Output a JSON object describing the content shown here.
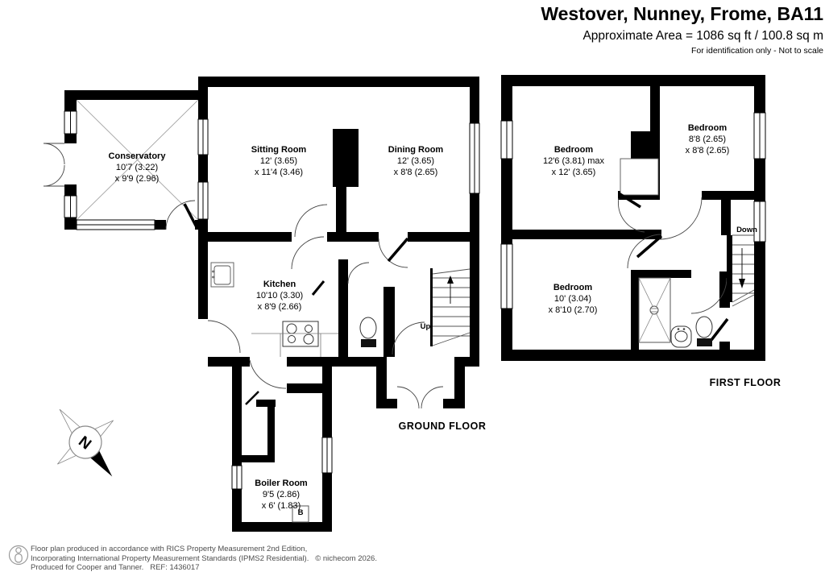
{
  "header": {
    "title": "Westover, Nunney, Frome, BA11",
    "area": "Approximate Area = 1086 sq ft / 100.8 sq m",
    "disclaimer": "For identification only - Not to scale"
  },
  "floors": {
    "ground": {
      "label": "GROUND FLOOR",
      "stairs_label": "Up",
      "boiler_marker": "B",
      "rooms": [
        {
          "name": "Conservatory",
          "dim1": "10'7 (3.22)",
          "dim2": "x 9'9 (2.96)"
        },
        {
          "name": "Sitting Room",
          "dim1": "12' (3.65)",
          "dim2": "x 11'4 (3.46)"
        },
        {
          "name": "Dining Room",
          "dim1": "12' (3.65)",
          "dim2": "x 8'8 (2.65)"
        },
        {
          "name": "Kitchen",
          "dim1": "10'10 (3.30)",
          "dim2": "x 8'9 (2.66)"
        },
        {
          "name": "Boiler Room",
          "dim1": "9'5 (2.86)",
          "dim2": "x 6' (1.83)"
        }
      ]
    },
    "first": {
      "label": "FIRST FLOOR",
      "stairs_label": "Down",
      "rooms": [
        {
          "name": "Bedroom",
          "dim1": "12'6 (3.81) max",
          "dim2": "x 12' (3.65)"
        },
        {
          "name": "Bedroom",
          "dim1": "8'8 (2.65)",
          "dim2": "x 8'8 (2.65)"
        },
        {
          "name": "Bedroom",
          "dim1": "10' (3.04)",
          "dim2": "x 8'10 (2.70)"
        }
      ]
    }
  },
  "compass": {
    "north_label": "N"
  },
  "footer": {
    "line1": "Floor plan produced in accordance with RICS Property Measurement 2nd Edition,",
    "line2": "Incorporating International Property Measurement Standards (IPMS2 Residential).   © nichecom 2026.",
    "line3": "Produced for Cooper and Tanner.   REF: 1436017"
  },
  "colors": {
    "wall": "#000000",
    "thin_line": "#444444",
    "footer_text": "#4d4d4d"
  }
}
